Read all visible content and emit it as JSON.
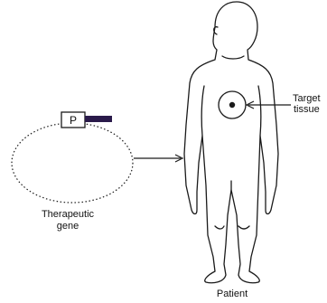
{
  "labels": {
    "promoter": "P",
    "gene_line1": "Therapeutic",
    "gene_line2": "gene",
    "patient": "Patient",
    "target_line1": "Target",
    "target_line2": "tissue"
  },
  "colors": {
    "line": "#1a1a1a",
    "gene_insert": "#2a1a4a",
    "background": "#ffffff"
  }
}
